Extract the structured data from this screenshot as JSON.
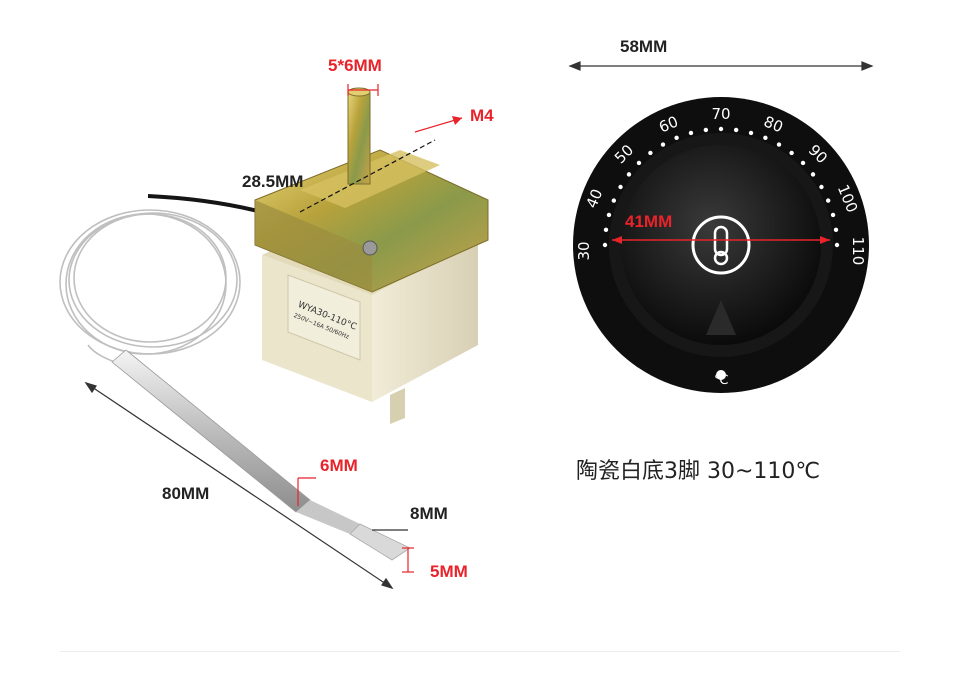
{
  "labels": {
    "shaft": "5*6MM",
    "screw": "M4",
    "hole_spacing": "28.5MM",
    "probe_length": "80MM",
    "probe_diameter": "6MM",
    "tip_width": "8MM",
    "tip_thickness": "5MM",
    "knob_width": "58MM",
    "knob_inner": "41MM"
  },
  "housing_text": "WYA30-110°C",
  "housing_subtext": "250V~16A 50/60Hz",
  "dial": {
    "numbers": [
      "30",
      "40",
      "50",
      "60",
      "70",
      "80",
      "90",
      "100",
      "110"
    ],
    "unit": "℃"
  },
  "caption": "陶瓷白底3脚 30~110℃",
  "colors": {
    "accent": "#e8232a",
    "dial": "#0e0e0e",
    "text": "#222222"
  }
}
